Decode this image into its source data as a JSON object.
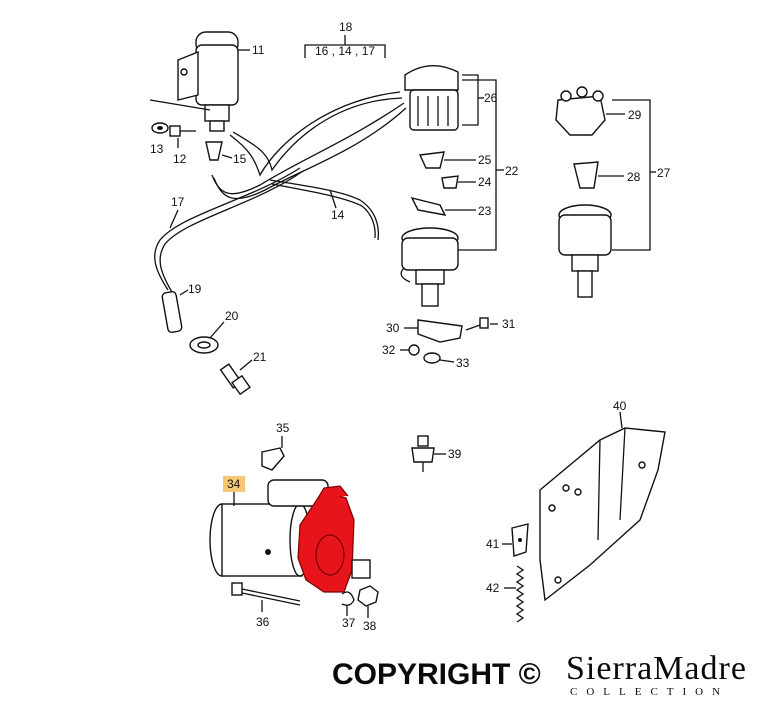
{
  "callouts": {
    "n11": "11",
    "n12": "12",
    "n13": "13",
    "n14": "14",
    "n15": "15",
    "n16_14_17": "16 , 14 , 17",
    "n17": "17",
    "n18": "18",
    "n19": "19",
    "n20": "20",
    "n21": "21",
    "n22": "22",
    "n23": "23",
    "n24": "24",
    "n25": "25",
    "n26": "26",
    "n27": "27",
    "n28": "28",
    "n29": "29",
    "n30": "30",
    "n31": "31",
    "n32": "32",
    "n33": "33",
    "n34": "34",
    "n35": "35",
    "n36": "36",
    "n37": "37",
    "n38": "38",
    "n39": "39",
    "n40": "40",
    "n41": "41",
    "n42": "42"
  },
  "highlight": {
    "part": "34",
    "color": "#e8141c",
    "label_bg": "#f7c873"
  },
  "footer": {
    "copyright": "COPYRIGHT ©",
    "brand": "SierraMadre",
    "brand_sub": "COLLECTION"
  }
}
